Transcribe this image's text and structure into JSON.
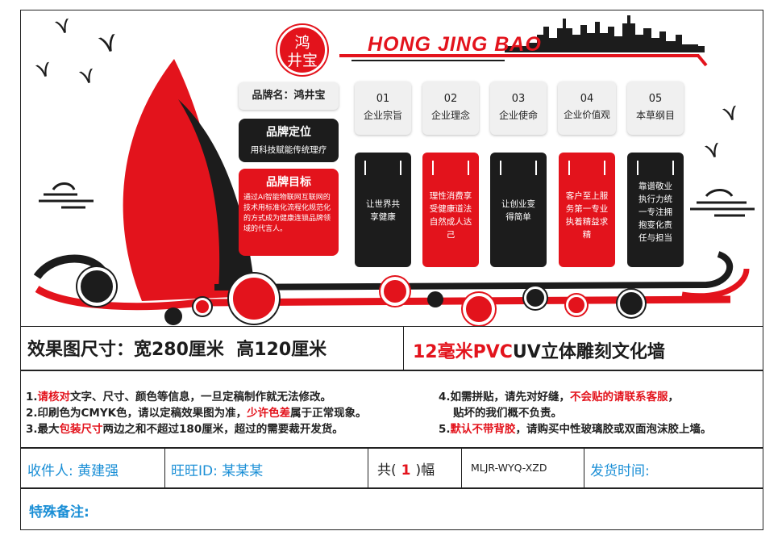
{
  "brand": {
    "logo_line1": "鸿",
    "logo_line2": "井宝",
    "english_name": "HONG JING BAO",
    "name_label": "品牌名：鸿井宝"
  },
  "positioning": {
    "title": "品牌定位",
    "text": "用科技赋能传统理疗"
  },
  "goal": {
    "title": "品牌目标",
    "text": "通过AI智能物联网互联网的技术用标准化流程化规范化的方式成为健康连锁品牌领域的代言人。"
  },
  "values": [
    {
      "num": "01",
      "title": "企业宗旨",
      "text": "让世界共享健康",
      "color": "#1c1c1c"
    },
    {
      "num": "02",
      "title": "企业理念",
      "text": "理性消费享受健康道法自然成人达己",
      "color": "#e3131c"
    },
    {
      "num": "03",
      "title": "企业使命",
      "text": "让创业变得简单",
      "color": "#1c1c1c"
    },
    {
      "num": "04",
      "title": "企业价值观",
      "text": "客户至上服务第一专业执着精益求精",
      "color": "#e3131c"
    },
    {
      "num": "05",
      "title": "本草纲目",
      "text": "靠谱敬业执行力统一专注拥抱变化责任与担当",
      "color": "#1c1c1c"
    }
  ],
  "spec": {
    "size": "效果图尺寸：宽280厘米  高120厘米",
    "material_red": "12毫米PVC",
    "material_black": "UV立体雕刻文化墙"
  },
  "notes": {
    "n1_a": "1.",
    "n1_b": "请核对",
    "n1_c": "文字、尺寸、颜色等信息，一旦定稿制作就无法修改。",
    "n2_a": "2.印刷色为CMYK色，请以定稿效果图为准，",
    "n2_b": "少许色差",
    "n2_c": "属于正常现象。",
    "n3_a": "3.最大",
    "n3_b": "包装尺寸",
    "n3_c": "两边之和不超过180厘米，超过的需要裁开发货。",
    "n4_a": "4.如需拼贴，请先对好缝，",
    "n4_b": "不会贴的请联系客服",
    "n4_c": "，",
    "n4_d": "贴坏的我们概不负责。",
    "n5_a": "5.",
    "n5_b": "默认不带背胶",
    "n5_c": "，请购买中性玻璃胶或双面泡沫胶上墙。"
  },
  "order": {
    "recipient": "收件人: 黄建强",
    "wangwang": "旺旺ID: 某某某",
    "count_pre": "共(",
    "count_num": "1",
    "count_post": ")幅",
    "code": "MLJR-WYQ-XZD",
    "ship_time": "发货时间:",
    "remark": "特殊备注:"
  },
  "colors": {
    "accent": "#e3131c",
    "dark": "#1c1c1c",
    "blue": "#1b8fd6"
  },
  "icons": [
    "bird-icon",
    "cloud-icon",
    "sailboat-icon",
    "city-skyline-icon"
  ]
}
